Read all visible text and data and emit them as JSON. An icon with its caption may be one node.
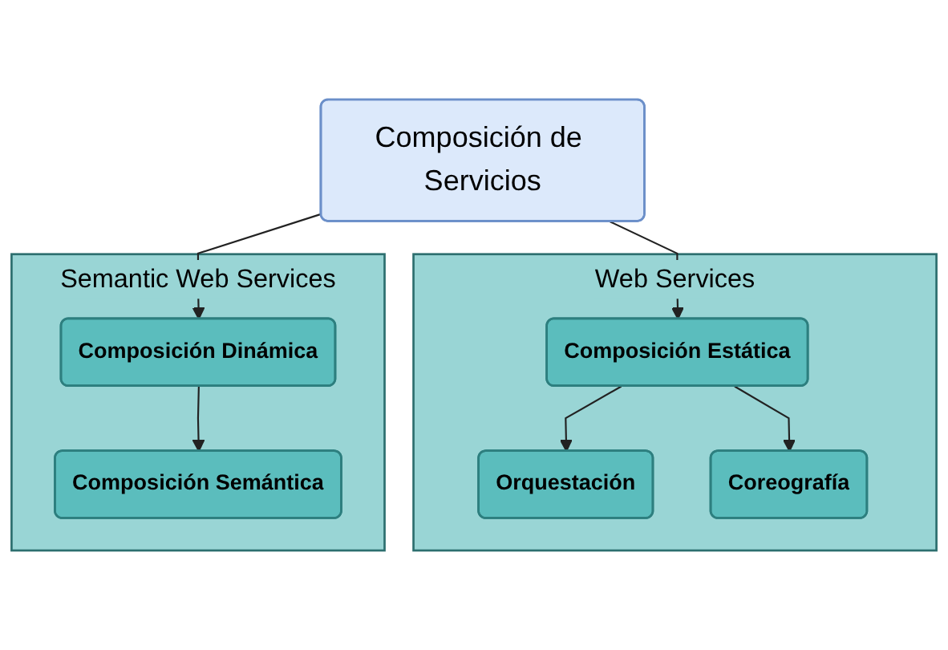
{
  "diagram": {
    "nodes": [
      {
        "text": [
          "Composición de Servicios"
        ]
      },
      {
        "text": [
          "Web Services"
        ]
      },
      {
        "text": [
          "Composición Estática"
        ],
        "in": 1
      },
      {
        "text": [
          "Orquestación"
        ],
        "in": 1
      },
      {
        "text": [
          "Coreografía"
        ],
        "in": 1
      },
      {
        "text": [
          "Semantic Web Services"
        ]
      },
      {
        "text": [
          "Composición Dinámica"
        ],
        "in": 5
      },
      {
        "text": [
          "Composición Semántica"
        ],
        "in": 5
      }
    ],
    "edges": [
      {
        "from": 0,
        "to": 2,
        "arrow": "to"
      },
      {
        "from": 0,
        "to": 6,
        "arrow": "to"
      },
      {
        "from": 2,
        "to": 3,
        "arrow": "to"
      },
      {
        "from": 2,
        "to": 4,
        "arrow": "to"
      },
      {
        "from": 6,
        "to": 7,
        "arrow": "to"
      }
    ]
  }
}
